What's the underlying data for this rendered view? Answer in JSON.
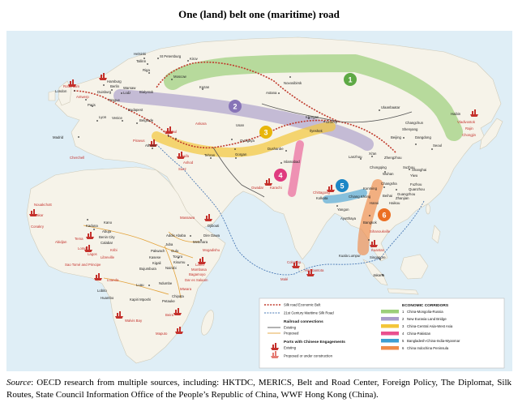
{
  "title": "One (land) belt one (maritime) road",
  "source": {
    "label": "Source",
    "text": ": OECD research from multiple sources, including: HKTDC, MERICS, Belt and Road Center, Foreign Policy, The Diplomat, Silk Routes, State Council Information Office of the People’s Republic of China, WWF Hong Kong (China)."
  },
  "corridor_numbers": [
    "1",
    "2",
    "3",
    "4",
    "5",
    "6"
  ],
  "cities": {
    "helsinki": "Helsinki",
    "tallinn": "Tallinn",
    "riga": "Riga",
    "st_petersburg": "St Petersburg",
    "kirov": "Kirov",
    "moscow": "Moscow",
    "kazan": "Kazan",
    "hamburg": "Hamburg",
    "berlin": "Berlin",
    "warsaw": "Warsaw",
    "rotterdam": "Rotterdam",
    "duisburg": "Duisburg",
    "lodz": "Lodz",
    "bialystok": "Bialystok",
    "london": "London",
    "antwerp": "Antwerp",
    "paris": "Paris",
    "prague": "Prague",
    "budapest": "Budapest",
    "lyon": "Lyon",
    "venice": "Venice",
    "belgrade": "Belgrade",
    "madrid": "Madrid",
    "piraeus": "Piraeus",
    "athens": "Athens",
    "istanbul": "Istanbul",
    "ankara": "Ankara",
    "cherchell": "Cherchell",
    "haifa": "Haifa",
    "ashod": "Ashod",
    "suez": "Suez",
    "tehran": "Tehran",
    "gorgan": "Gorgan",
    "usan": "Usan",
    "gyzlgaya": "Gyzlgaya",
    "dushanbe": "Dushanbe",
    "astana": "Astana",
    "novosibirsk": "Novosibirsk",
    "khorgas": "Khorgas",
    "urumqi": "Ürümqi",
    "ilyeshek": "Ilyeshek",
    "islamabad": "Islamabad",
    "gwadar": "Gwadar",
    "karachi": "Karachi",
    "lanzhou": "Lanzhou",
    "xian": "Xi'an",
    "zhengzhou": "Zhengzhou",
    "ulaanbaatar": "Ulaanbaatar",
    "changchun": "Changchun",
    "shenyang": "Shenyang",
    "beijing": "Beijing",
    "dangdong": "Dangdong",
    "seoul": "Seoul",
    "haibin": "Haibin",
    "vladivostok": "Vladivostok",
    "rajin": "Rajin",
    "chongjin": "Chongjin",
    "chongqing": "Chongqing",
    "suzhou": "Suzhou",
    "shanghai": "Shanghai",
    "wuhan": "Wuhan",
    "yiwu": "Yiwu",
    "changsha": "Changsha",
    "fuzhou": "Fuzhou",
    "quanzhou": "Quanzhou",
    "kunming": "Kunming",
    "guangzhou": "Guangzhou",
    "zhanjian": "Zhanjian",
    "haikou": "Haikou",
    "beihai": "Beihai",
    "hanoi": "Hanoi",
    "chittagong": "Chittagong",
    "kolkata": "Kolkata",
    "chiang_khong": "Chiang Khong",
    "yangon": "Yangon",
    "ayutthaya": "Ayutthaya",
    "bangkok": "Bangkok",
    "sihanoukville": "Sihanoukville",
    "kuantan": "Kuantan",
    "kuala_lumpur": "Kuala Lumpur",
    "singapore": "Singapore",
    "jakarta": "Jakarta",
    "colombo": "Colombo",
    "hambantota": "Hambantota",
    "male": "Malé",
    "djibouti": "Djibouti",
    "addis_ababa": "Addis Ababa",
    "dire_dawa": "Dire Dawa",
    "metehara": "Metehara",
    "massawa": "Massawa",
    "mogadishu": "Mogadishu",
    "lamu": "Lamu",
    "mombasa": "Mombasa",
    "bagamoyo": "Bagamoyo",
    "dar_es_salaam": "Dar es Salaam",
    "nouakchott": "Nouakchott",
    "dakar": "Dakar",
    "conakry": "Conakry",
    "kano": "Kano",
    "kaduna": "Kaduna",
    "abuja": "Abuja",
    "tema": "Tema",
    "benin_city": "Benin City",
    "calabar": "Calabar",
    "abidjan": "Abidjan",
    "lome": "Lome",
    "lagos": "Lagos",
    "kribi": "Kribi",
    "libreville": "Libreville",
    "sao_tome": "Sao Tomé and Principe",
    "juba": "Juba",
    "pakwach": "Pakwach",
    "gulu": "Gulu",
    "kasese": "Kasese",
    "tororo": "Tororo",
    "kigali": "Kigali",
    "kisumu": "Kisumu",
    "bujumbura": "Bujumbura",
    "nairobi": "Nairobi",
    "luanda": "Luanda",
    "lobito": "Lobito",
    "huambo": "Huambo",
    "luau": "Luau",
    "kapiri_mposhi": "Kapiri Mposhi",
    "ndumbe": "Ndumbe",
    "mtwara": "Mtwara",
    "chipata": "Chipata",
    "petauke": "Petauke",
    "beira": "Beira",
    "walvis_bay": "Walvis Bay",
    "maputo": "Maputo"
  },
  "legend": {
    "silk_road": "Silk road Economic Belt",
    "maritime": "21st Century Maritime Silk Road",
    "rail_header": "Railroad connections",
    "rail_existing": "Existing",
    "rail_proposed": "Proposed",
    "ports_header": "Ports with Chinese Engagements",
    "ports_existing": "Existing",
    "ports_proposed": "Proposed or under construction",
    "corridors_header": "ECONOMIC CORRIDORS",
    "corridors": [
      {
        "num": "1",
        "name": "China-Mongolia-Russia",
        "color": "#9ccf7a"
      },
      {
        "num": "2",
        "name": "New Eurasia Land Bridge",
        "color": "#a99ccb"
      },
      {
        "num": "3",
        "name": "China-Central Asia-West Asia",
        "color": "#f3c63a"
      },
      {
        "num": "4",
        "name": "China-Pakistan",
        "color": "#e9508f"
      },
      {
        "num": "5",
        "name": "Bangladesh-China-India-Myanmar",
        "color": "#3d9fd3"
      },
      {
        "num": "6",
        "name": "China Indochina Peninsula",
        "color": "#ef8b48"
      }
    ]
  },
  "colors": {
    "ocean": "#dfeef6",
    "land": "#f6f3e9",
    "silk_road": "#c0392b",
    "maritime": "#4a79b5",
    "port": "#c4302b"
  }
}
